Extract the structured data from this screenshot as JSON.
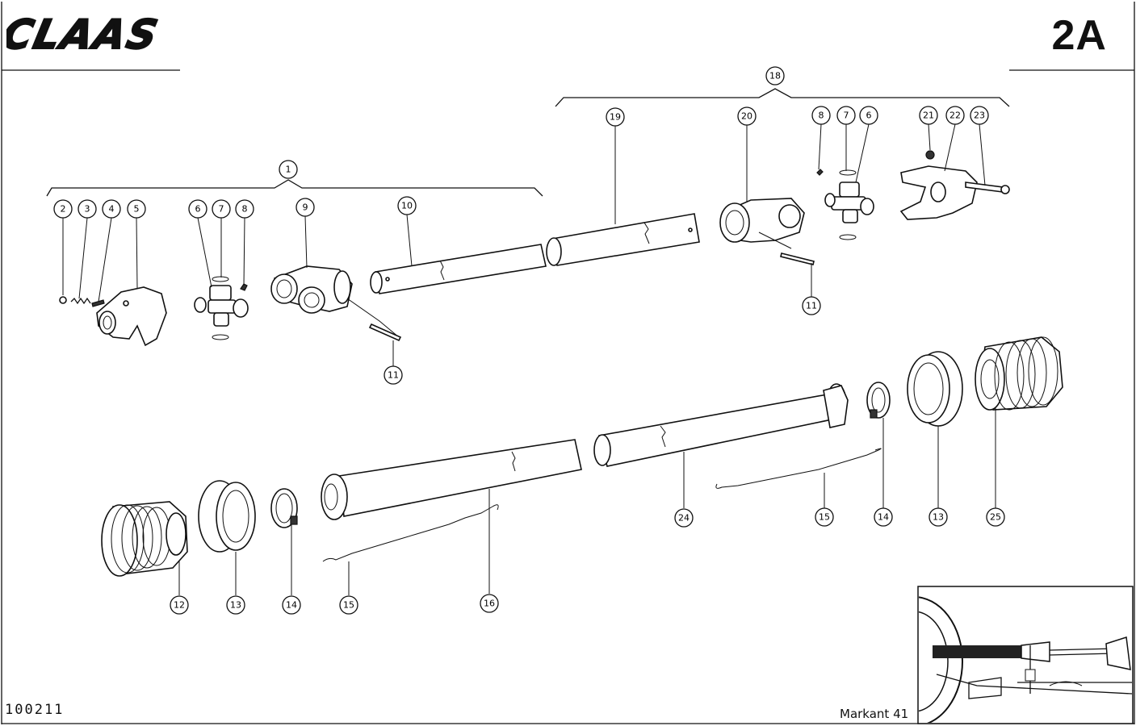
{
  "brand": {
    "logo_text": "CLAAS"
  },
  "header": {
    "section_code": "2A"
  },
  "footer": {
    "document_number": "100211",
    "model": "Markant 41"
  },
  "callouts": {
    "c1": "1",
    "c2": "2",
    "c3": "3",
    "c4": "4",
    "c5": "5",
    "c6a": "6",
    "c7a": "7",
    "c8a": "8",
    "c9": "9",
    "c10": "10",
    "c11a": "11",
    "c18": "18",
    "c19": "19",
    "c20": "20",
    "c8b": "8",
    "c7b": "7",
    "c6b": "6",
    "c21": "21",
    "c22": "22",
    "c23": "23",
    "c11b": "11",
    "c12": "12",
    "c13a": "13",
    "c14a": "14",
    "c15a": "15",
    "c16": "16",
    "c24": "24",
    "c15b": "15",
    "c14b": "14",
    "c13b": "13",
    "c25": "25"
  }
}
